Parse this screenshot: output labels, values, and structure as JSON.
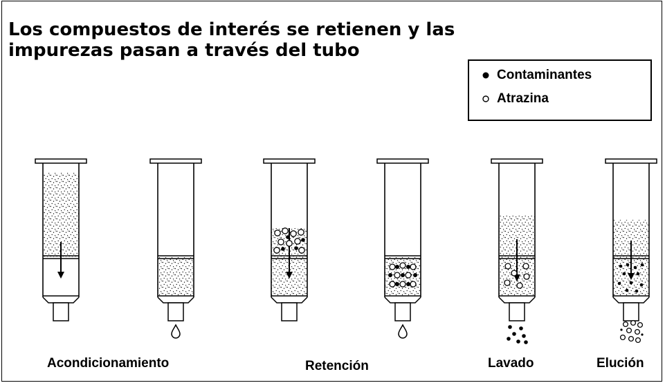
{
  "title": {
    "line1": "Los compuestos de interés se retienen y las",
    "line2": "impurezas pasan a través del tubo"
  },
  "legend": {
    "contaminants": "Contaminantes",
    "atrazine": "Atrazina"
  },
  "step_labels": {
    "conditioning": "Acondicionamiento",
    "retention": "Retención",
    "washing": "Lavado",
    "elution": "Elución"
  },
  "colors": {
    "line": "#000000",
    "background": "#ffffff"
  }
}
